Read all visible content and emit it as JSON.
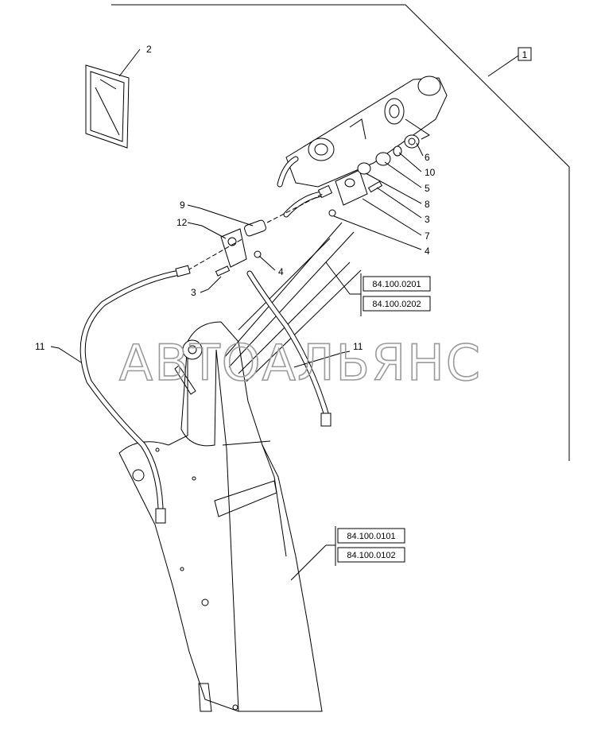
{
  "diagram": {
    "assembly_label": "1",
    "watermark": "АВТОАЛЬЯНС",
    "callouts": [
      {
        "id": "c2",
        "label": "2"
      },
      {
        "id": "c6",
        "label": "6"
      },
      {
        "id": "c10",
        "label": "10"
      },
      {
        "id": "c5",
        "label": "5"
      },
      {
        "id": "c8",
        "label": "8"
      },
      {
        "id": "c3a",
        "label": "3"
      },
      {
        "id": "c7",
        "label": "7"
      },
      {
        "id": "c4a",
        "label": "4"
      },
      {
        "id": "c9",
        "label": "9"
      },
      {
        "id": "c12",
        "label": "12"
      },
      {
        "id": "c4b",
        "label": "4"
      },
      {
        "id": "c3b",
        "label": "3"
      },
      {
        "id": "c11a",
        "label": "11"
      },
      {
        "id": "c11b",
        "label": "11"
      }
    ],
    "reference_groups": [
      {
        "id": "ref-top",
        "codes": [
          "84.100.0201",
          "84.100.0202"
        ]
      },
      {
        "id": "ref-bottom",
        "codes": [
          "84.100.0101",
          "84.100.0102"
        ]
      }
    ]
  }
}
